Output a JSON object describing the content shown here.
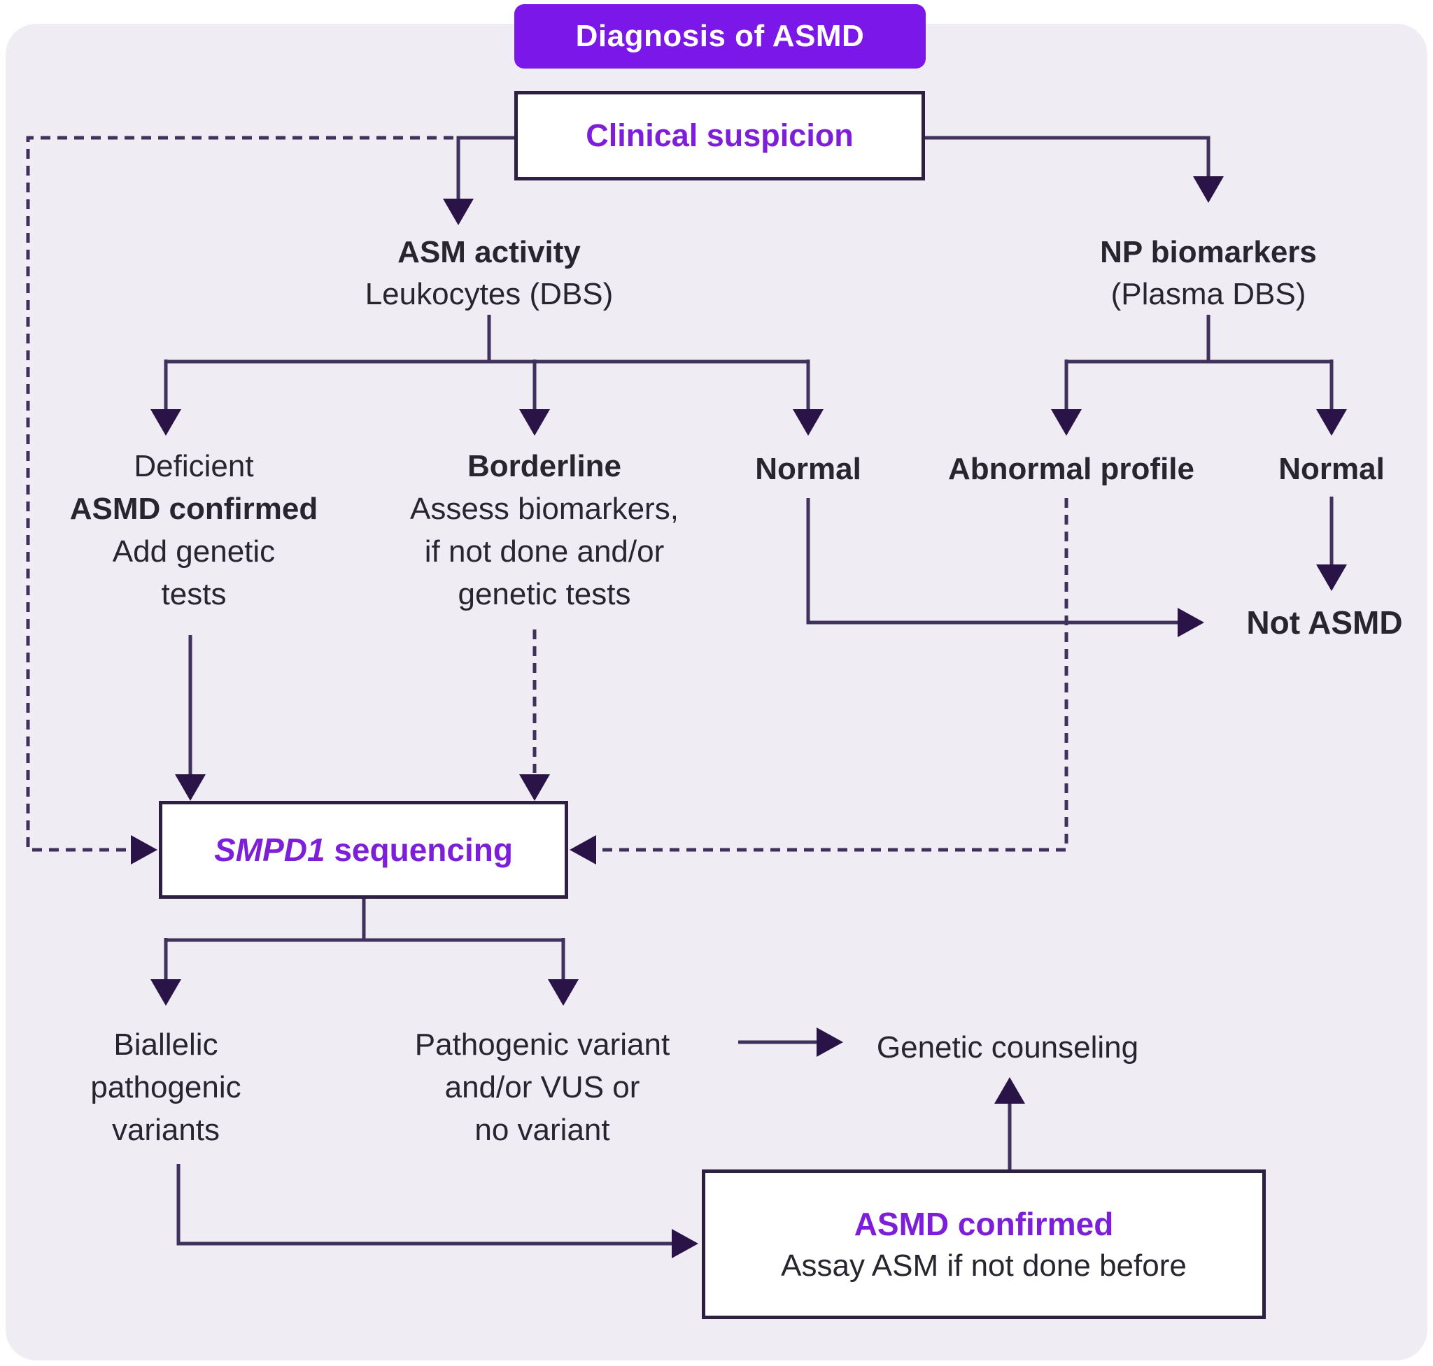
{
  "title": "Diagnosis of ASMD",
  "colors": {
    "banner": "#7b17e8",
    "purple_text": "#7d1fd9",
    "dark_text": "#29252e",
    "line": "#40305e",
    "arrow": "#2a1347",
    "box_border": "#2d2040",
    "container_bg": "#efedf3",
    "page_bg": "#ffffff",
    "box_bg": "#ffffff"
  },
  "nodes": {
    "clinical_suspicion": {
      "label": "Clinical suspicion"
    },
    "asm_activity": {
      "line1": "ASM activity",
      "line2": "Leukocytes (DBS)"
    },
    "np_biomarkers": {
      "line1": "NP biomarkers",
      "line2": "(Plasma DBS)"
    },
    "deficient": {
      "lines": [
        "Deficient",
        "ASMD confirmed",
        "Add genetic",
        "tests"
      ]
    },
    "borderline": {
      "lines": [
        "Borderline",
        "Assess biomarkers,",
        "if not done and/or",
        "genetic tests"
      ]
    },
    "normal_asm": {
      "label": "Normal"
    },
    "abnormal_profile": {
      "label": "Abnormal profile"
    },
    "normal_np": {
      "label": "Normal"
    },
    "not_asmd": {
      "label": "Not ASMD"
    },
    "smpd1_sequencing": {
      "gene": "SMPD1",
      "rest": " sequencing"
    },
    "biallelic": {
      "lines": [
        "Biallelic",
        "pathogenic",
        "variants"
      ]
    },
    "pathogenic_vus": {
      "lines": [
        "Pathogenic variant",
        "and/or VUS or",
        "no variant"
      ]
    },
    "genetic_counseling": {
      "label": "Genetic counseling"
    },
    "asmd_confirmed": {
      "line1": "ASMD confirmed",
      "line2": "Assay ASM if not done before"
    }
  }
}
